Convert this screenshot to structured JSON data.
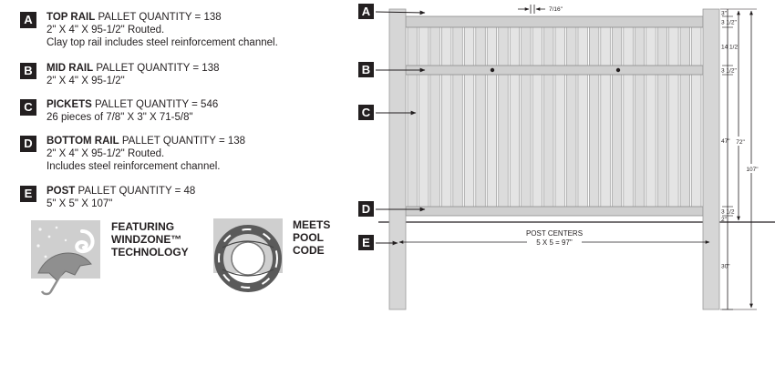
{
  "specs": [
    {
      "letter": "A",
      "name": "TOP RAIL",
      "quantity": "PALLET QUANTITY = 138",
      "lines": [
        "2\" X 4\" X 95-1/2\" Routed.",
        "Clay top rail includes steel reinforcement channel."
      ]
    },
    {
      "letter": "B",
      "name": "MID RAIL",
      "quantity": "PALLET QUANTITY = 138",
      "lines": [
        "2\" X 4\" X 95-1/2\""
      ]
    },
    {
      "letter": "C",
      "name": "PICKETS",
      "quantity": "PALLET QUANTITY = 546",
      "lines": [
        "26 pieces of 7/8\" X 3\" X 71-5/8\""
      ]
    },
    {
      "letter": "D",
      "name": "BOTTOM RAIL",
      "quantity": "PALLET QUANTITY = 138",
      "lines": [
        "2\" X 4\" X 95-1/2\" Routed.",
        "Includes steel reinforcement channel."
      ]
    },
    {
      "letter": "E",
      "name": "POST",
      "quantity": "PALLET QUANTITY = 48",
      "lines": [
        "5\" X 5\" X 107\""
      ]
    }
  ],
  "features": {
    "windzone": [
      "FEATURING",
      "WINDZONE™",
      "TECHNOLOGY"
    ],
    "pool": [
      "MEETS",
      "POOL",
      "CODE"
    ]
  },
  "diagram": {
    "callouts": [
      "A",
      "B",
      "C",
      "D",
      "E"
    ],
    "picket_gap": "7/16\"",
    "post_centers": "POST CENTERS",
    "post_spacing": "5 X 5 = 97\"",
    "dim_labels": [
      "3\"",
      "3 1/2\"",
      "14 1/2",
      "3 1/2\"",
      "47\"",
      "3 1/2",
      "2\"",
      "30\""
    ],
    "overall_above": "72\"",
    "overall_total": "107\""
  }
}
